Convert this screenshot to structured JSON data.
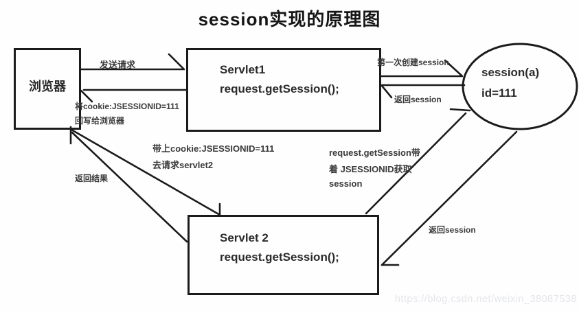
{
  "title": "session实现的原理图",
  "watermark": "https://blog.csdn.net/weixin_38087538",
  "colors": {
    "line": "#1b1b1b",
    "text": "#2b2b2b",
    "label": "#3a3a3a",
    "background": "#fefefe",
    "watermark": "#e4e5e9"
  },
  "nodes": {
    "browser": {
      "label": "浏览器"
    },
    "servlet1": {
      "title": "Servlet1",
      "code": "request.getSession();"
    },
    "servlet2": {
      "title": "Servlet 2",
      "code": "request.getSession();"
    },
    "session": {
      "line1": "session(a)",
      "line2": "id=111"
    }
  },
  "edges": {
    "send_request": "发送请求",
    "write_cookie_line1": "将cookie:JSESSIONID=111",
    "write_cookie_line2": "回写给浏览器",
    "create_session": "第一次创建session",
    "return_session_top": "返回session",
    "carry_cookie_line1": "带上cookie:JSESSIONID=111",
    "carry_cookie_line2": "去请求servlet2",
    "get_session_line1": "request.getSession带",
    "get_session_line2": "着 JSESSIONID获取",
    "get_session_line3": "session",
    "return_result": "返回结果",
    "return_session_bottom": "返回session"
  }
}
